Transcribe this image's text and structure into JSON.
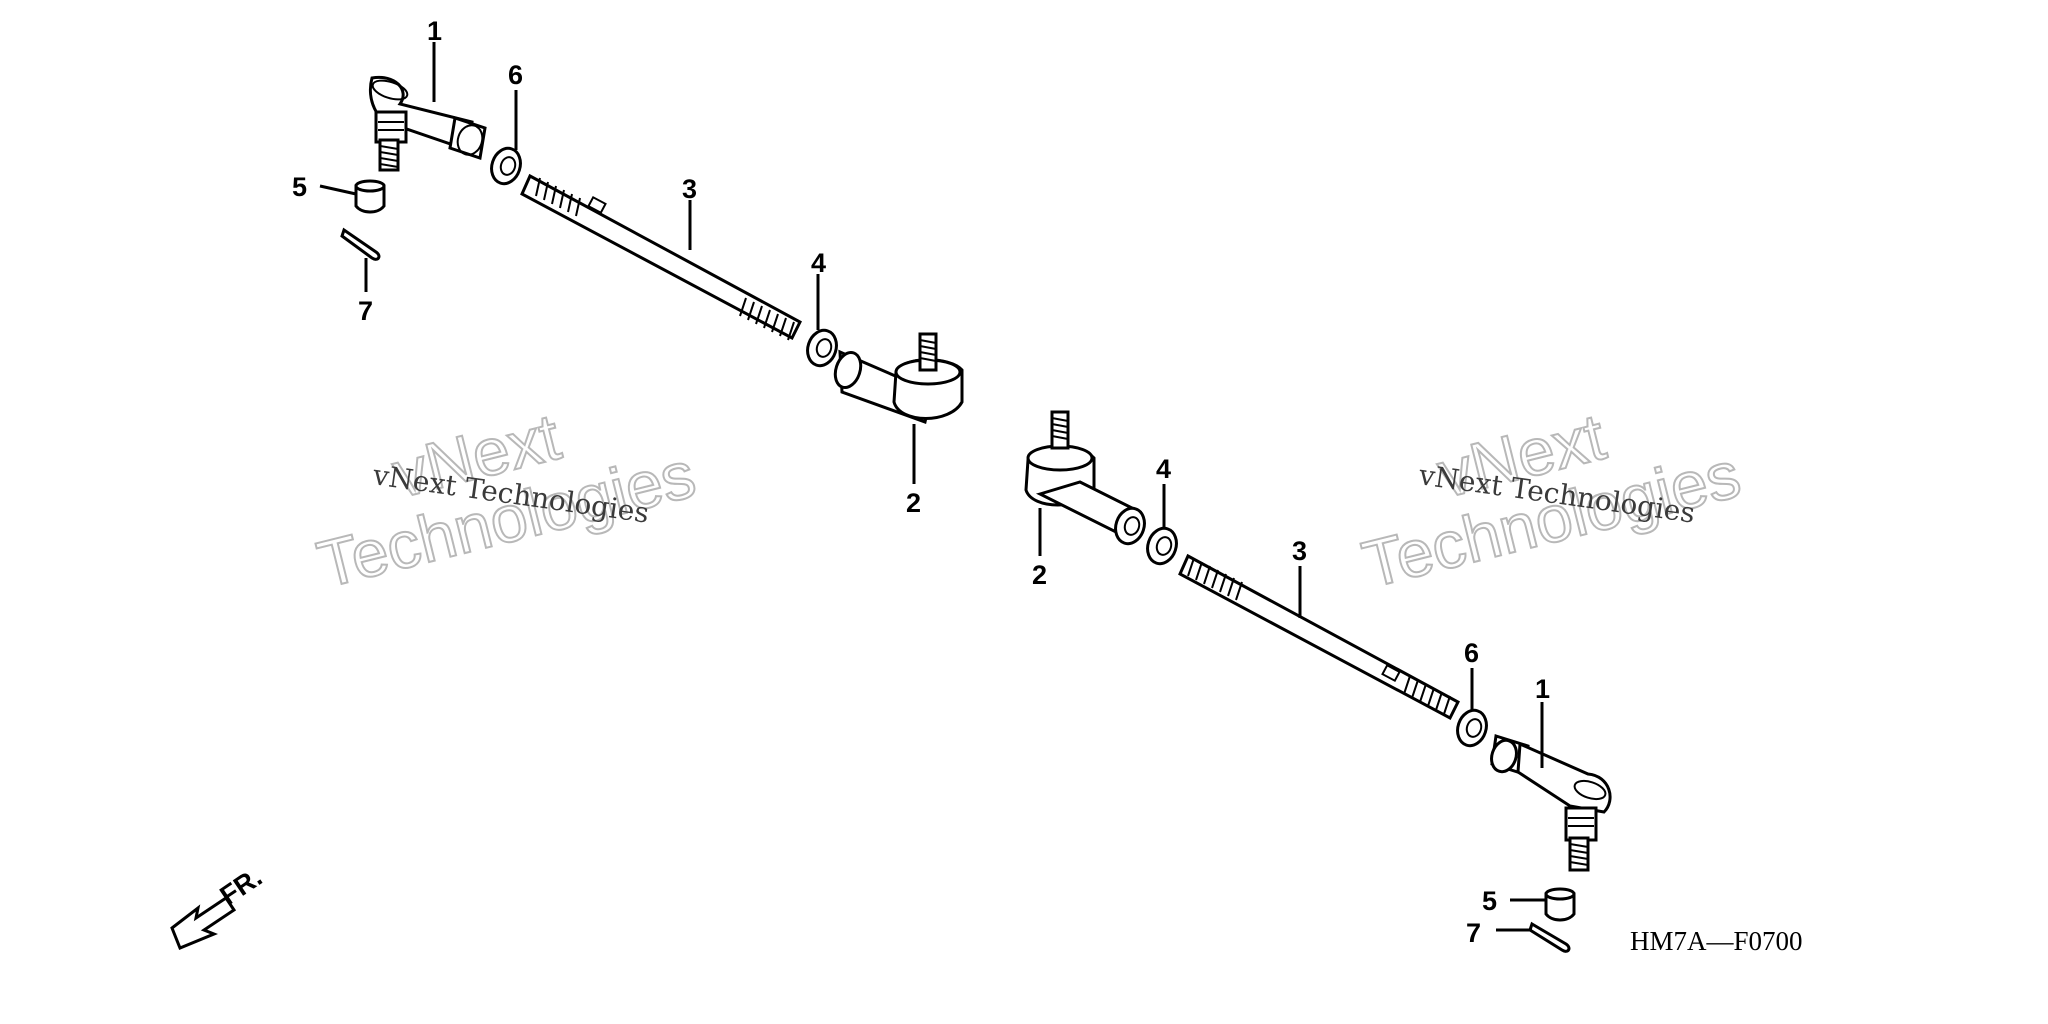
{
  "diagram_code": "HM7A—F0700",
  "direction_label": "FR.",
  "watermark": {
    "small": "vNext Technologies",
    "big_line1": "vNext",
    "big_line2": "Technologies"
  },
  "callouts": {
    "left": {
      "p1": "1",
      "p2": "2",
      "p3": "3",
      "p4": "4",
      "p5": "5",
      "p6": "6",
      "p7": "7"
    },
    "right": {
      "p1": "1",
      "p2": "2",
      "p3": "3",
      "p4": "4",
      "p5": "5",
      "p6": "6",
      "p7": "7"
    }
  }
}
